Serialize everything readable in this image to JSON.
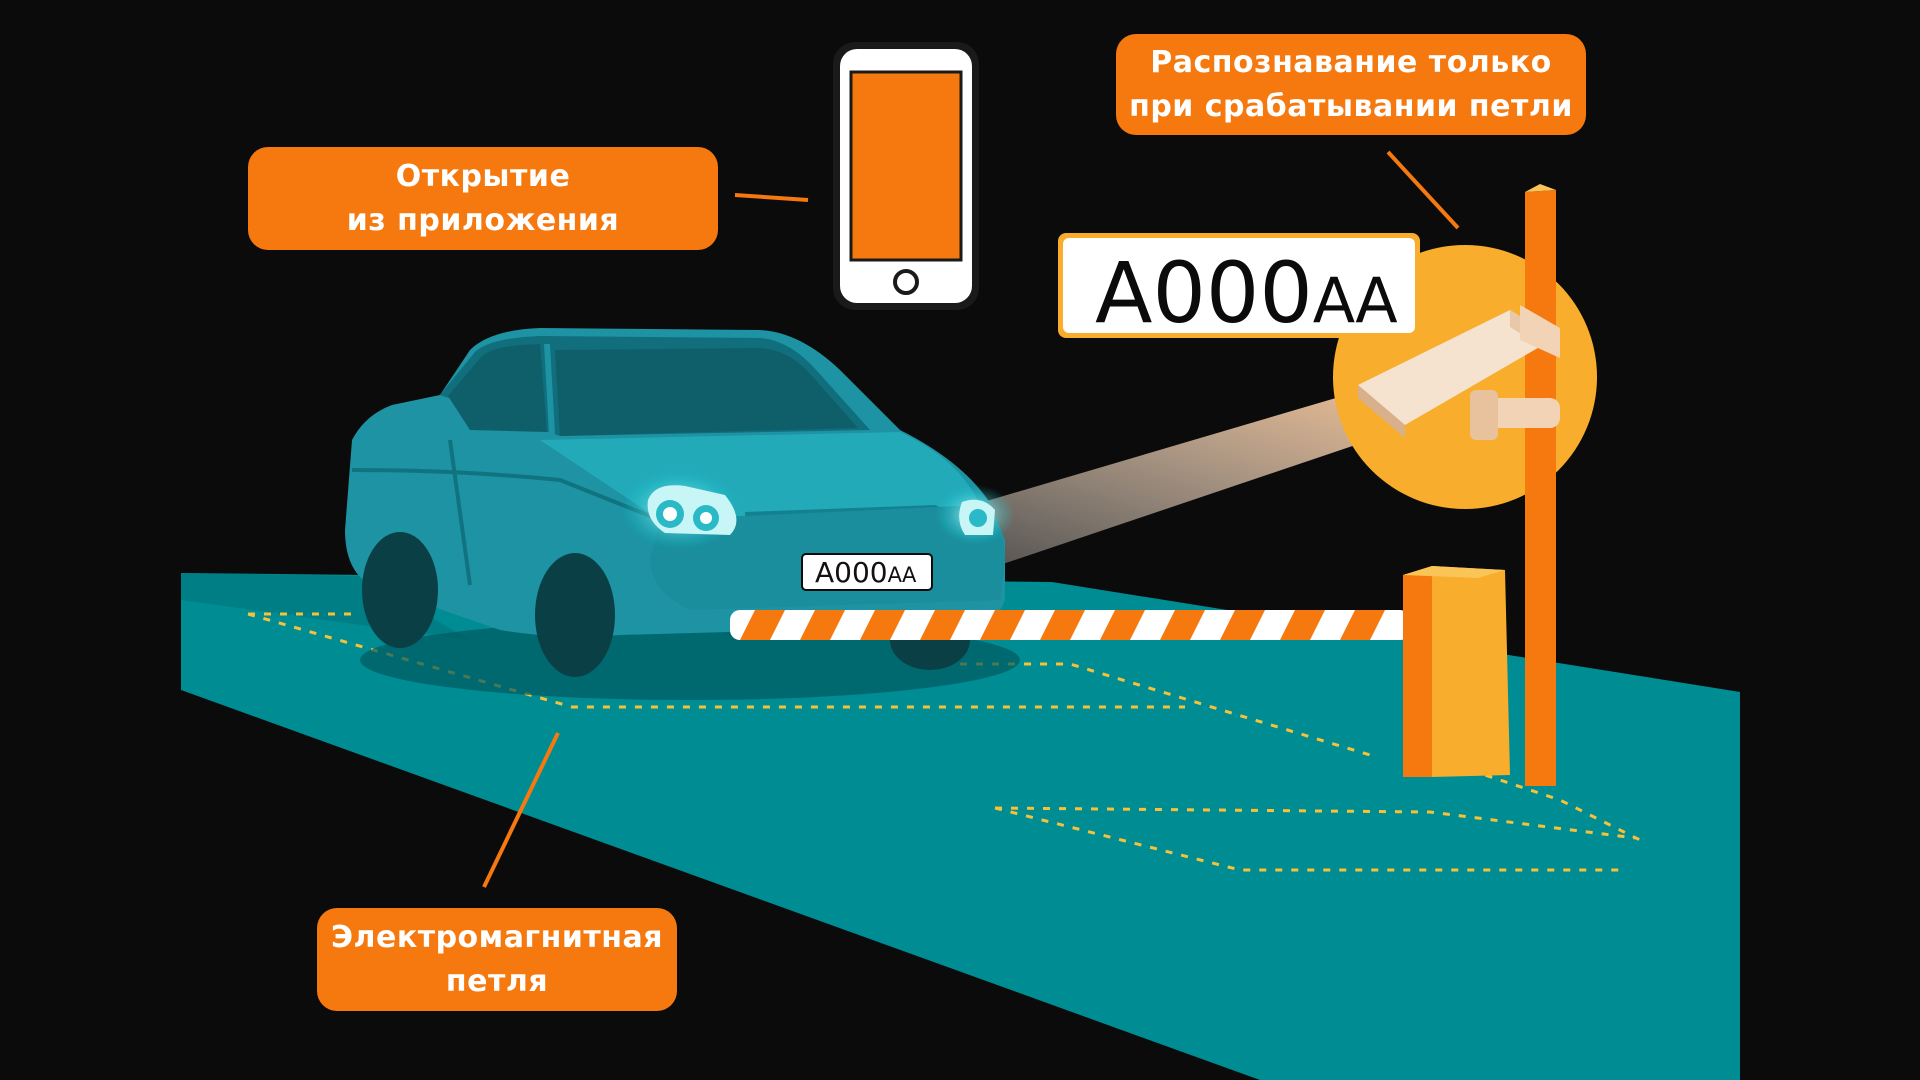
{
  "callouts": {
    "app_open": [
      "Открытие",
      "из приложения"
    ],
    "recognition": [
      "Распознавание только",
      "при срабатывании петли"
    ],
    "induction_loop": [
      "Электромагнитная",
      "петля"
    ]
  },
  "plates": {
    "large": {
      "main": "А000",
      "suffix": "АА"
    },
    "car": {
      "main": "А000",
      "suffix": "АА"
    }
  },
  "colors": {
    "background": "#0b0b0b",
    "accent_orange": "#f5790f",
    "camera_disc": "#f8ad2c",
    "road": "#008c93",
    "car_body": "#1d93a3",
    "loop_dashes": "#f6c23a",
    "barrier_stripe": "#f5790f",
    "plate_bg": "#ffffff"
  },
  "icons": [
    "smartphone-icon",
    "surveillance-camera-icon",
    "car-illustration",
    "barrier-gate",
    "induction-loop"
  ]
}
